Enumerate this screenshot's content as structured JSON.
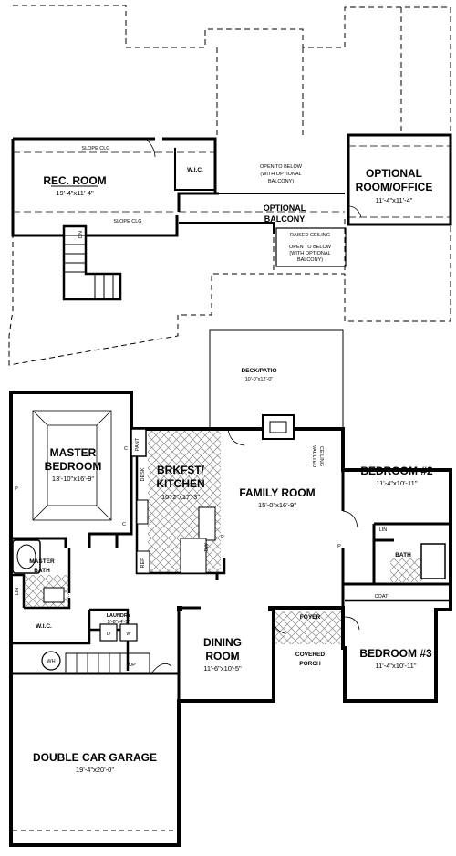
{
  "upper_floor": {
    "rec_room": {
      "name": "REC. ROOM",
      "size": "19'-4\"x11'-4\""
    },
    "slope_clg_top": "SLOPE CLG",
    "slope_clg_bottom": "SLOPE CLG",
    "wic": "W.I.C.",
    "open_below_1": [
      "OPEN TO BELOW",
      "(WITH OPTIONAL",
      "BALCONY)"
    ],
    "optional_room": {
      "name": [
        "OPTIONAL",
        "ROOM/OFFICE"
      ],
      "size": "11'-4\"x11'-4\""
    },
    "optional_balcony": [
      "OPTIONAL",
      "BALCONY"
    ],
    "raised_ceiling": "RAISED CEILING",
    "open_below_2": [
      "OPEN TO BELOW",
      "(WITH OPTIONAL",
      "BALCONY)"
    ],
    "stair_dn": "DN"
  },
  "main_floor": {
    "deck": {
      "name": "DECK/PATIO",
      "size": "10'-0\"x12'-0\""
    },
    "master_bedroom": {
      "name": [
        "MASTER",
        "BEDROOM"
      ],
      "size": "13'-10\"x16'-9\""
    },
    "kitchen": {
      "name": [
        "BRKFST/",
        "KITCHEN"
      ],
      "size": "10'-2\"x17'-3\""
    },
    "family_room": {
      "name": "FAMILY ROOM",
      "size": "15'-0\"x16'-9\""
    },
    "vaulted": [
      "VAULTED",
      "CEILING"
    ],
    "bedroom2": {
      "name": "BEDROOM #2",
      "size": "11'-4\"x10'-11\""
    },
    "bedroom3": {
      "name": "BEDROOM #3",
      "size": "11'-4\"x10'-11\""
    },
    "master_bath": [
      "MASTER",
      "BATH"
    ],
    "bath": "BATH",
    "lin1": "LIN",
    "lin2": "LIN",
    "coat": "COAT",
    "wic": "W.I.C.",
    "laundry": {
      "name": "LAUNDRY",
      "size": "5'-8\"x4'-5\""
    },
    "washer": "W",
    "dryer": "D",
    "wh": "WH",
    "dining": {
      "name": [
        "DINING",
        "ROOM"
      ],
      "size": "11'-6\"x10'-5\""
    },
    "foyer": "FOYER",
    "covered_porch": [
      "COVERED",
      "PORCH"
    ],
    "garage": {
      "name": "DOUBLE CAR GARAGE",
      "size": "19'-4\"x20'-0\""
    },
    "up": "UP",
    "pant": "PANT",
    "desk": "DESK",
    "ref": "REF",
    "dw": "DW",
    "c1": "C",
    "c2": "C",
    "p1": "P",
    "p2": "P",
    "p3": "P"
  }
}
